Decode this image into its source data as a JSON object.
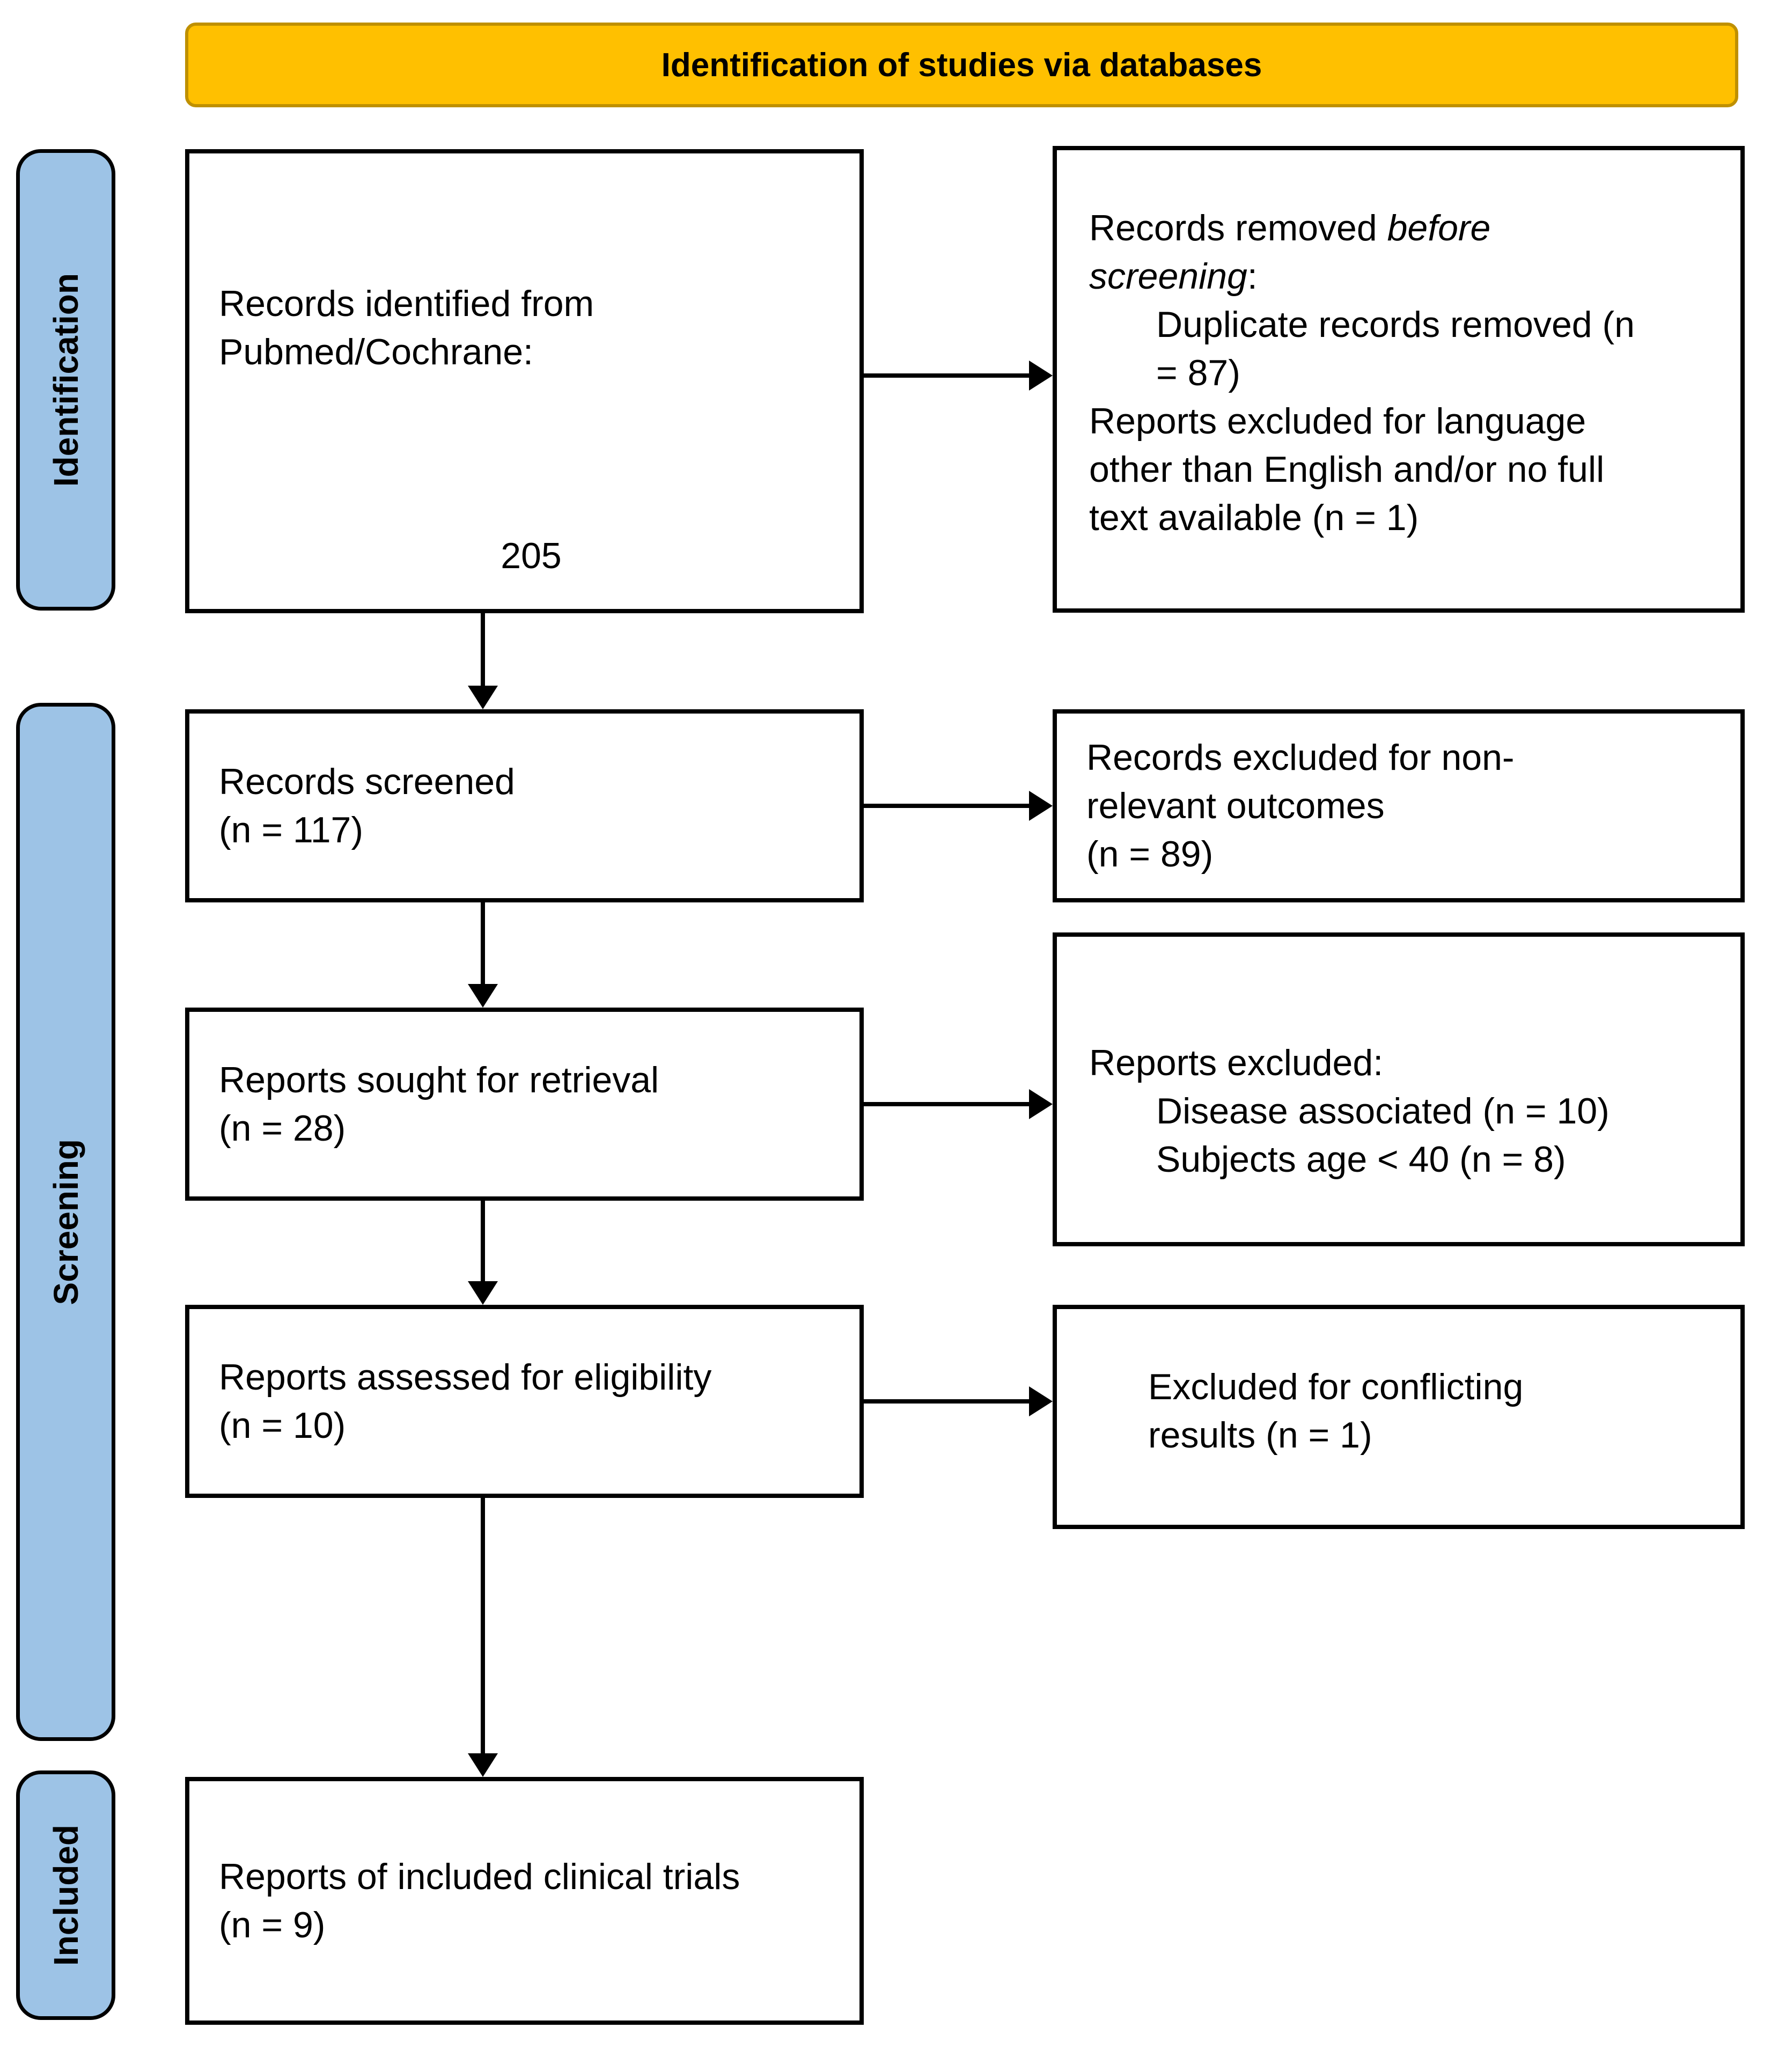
{
  "banner": {
    "title": "Identification of studies via databases"
  },
  "sidebar": {
    "identification": "Identification",
    "screening": "Screening",
    "included": "Included"
  },
  "boxes": {
    "identified": {
      "text": "Records identified from\nPubmed/Cochrane:",
      "count": "205"
    },
    "removed": {
      "prefix": "Records removed ",
      "italic_line1": "before",
      "italic_line2": "screening",
      "suffix": ":",
      "duplicate": "Duplicate records removed (n\n= 87)",
      "language": "Reports excluded for language\nother than English and/or no full\ntext available (n = 1)"
    },
    "screened": {
      "text": "Records screened\n(n = 117)"
    },
    "excluded_outcomes": {
      "text": "Records excluded for non-\nrelevant outcomes\n(n = 89)"
    },
    "sought": {
      "text": "Reports sought for retrieval\n(n = 28)"
    },
    "reports_excluded": {
      "heading": "Reports excluded:",
      "reason1": "Disease associated (n = 10)",
      "reason2": "Subjects age < 40 (n = 8)"
    },
    "assessed": {
      "text": "Reports assessed for eligibility\n(n = 10)"
    },
    "conflicting": {
      "text": "Excluded for conflicting\nresults (n = 1)"
    },
    "included_reports": {
      "text": "Reports of included clinical trials\n(n = 9)"
    }
  },
  "colors": {
    "banner_bg": "#FFC000",
    "banner_border": "#BF9000",
    "sidebar_bg": "#9DC3E6",
    "box_border": "#000000"
  }
}
